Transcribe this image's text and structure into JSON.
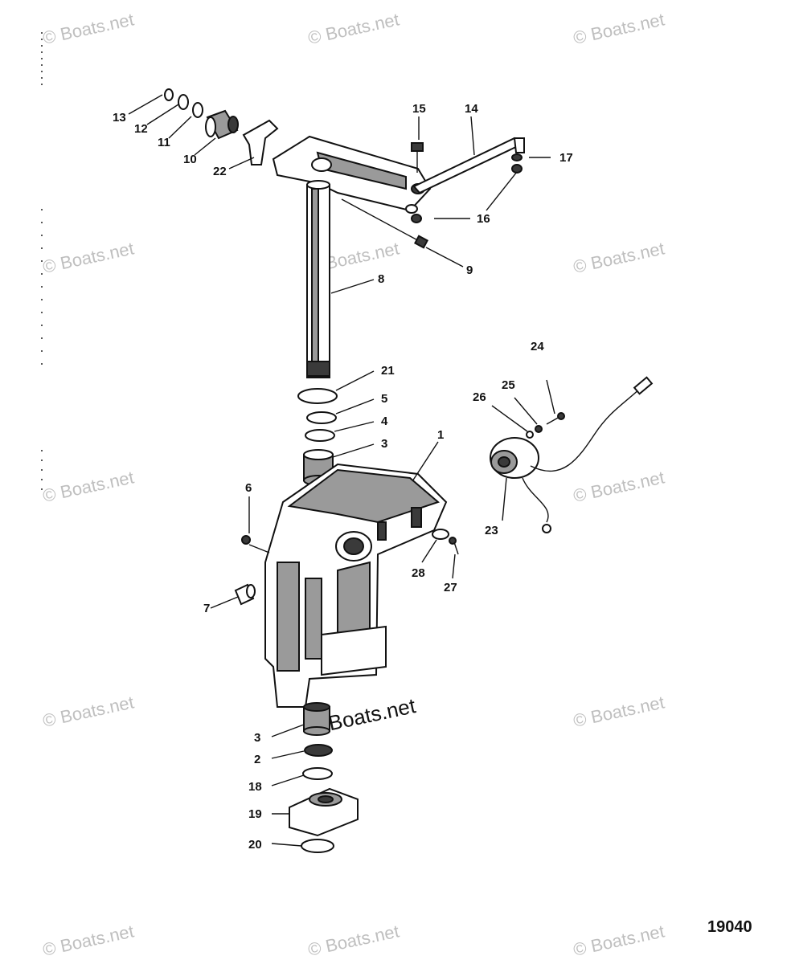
{
  "watermark_text": "© Boats.net",
  "figure_number": "19040",
  "callouts": {
    "c1": "1",
    "c2": "2",
    "c3a": "3",
    "c3b": "3",
    "c4": "4",
    "c5": "5",
    "c6": "6",
    "c7": "7",
    "c8": "8",
    "c9": "9",
    "c10": "10",
    "c11": "11",
    "c12": "12",
    "c13": "13",
    "c14": "14",
    "c15": "15",
    "c16": "16",
    "c17": "17",
    "c18": "18",
    "c19": "19",
    "c20": "20",
    "c21": "21",
    "c22": "22",
    "c23": "23",
    "c24": "24",
    "c25": "25",
    "c26": "26",
    "c27": "27",
    "c28": "28"
  },
  "colors": {
    "ink": "#111111",
    "watermark": "#bfbfbf",
    "background": "#ffffff"
  }
}
